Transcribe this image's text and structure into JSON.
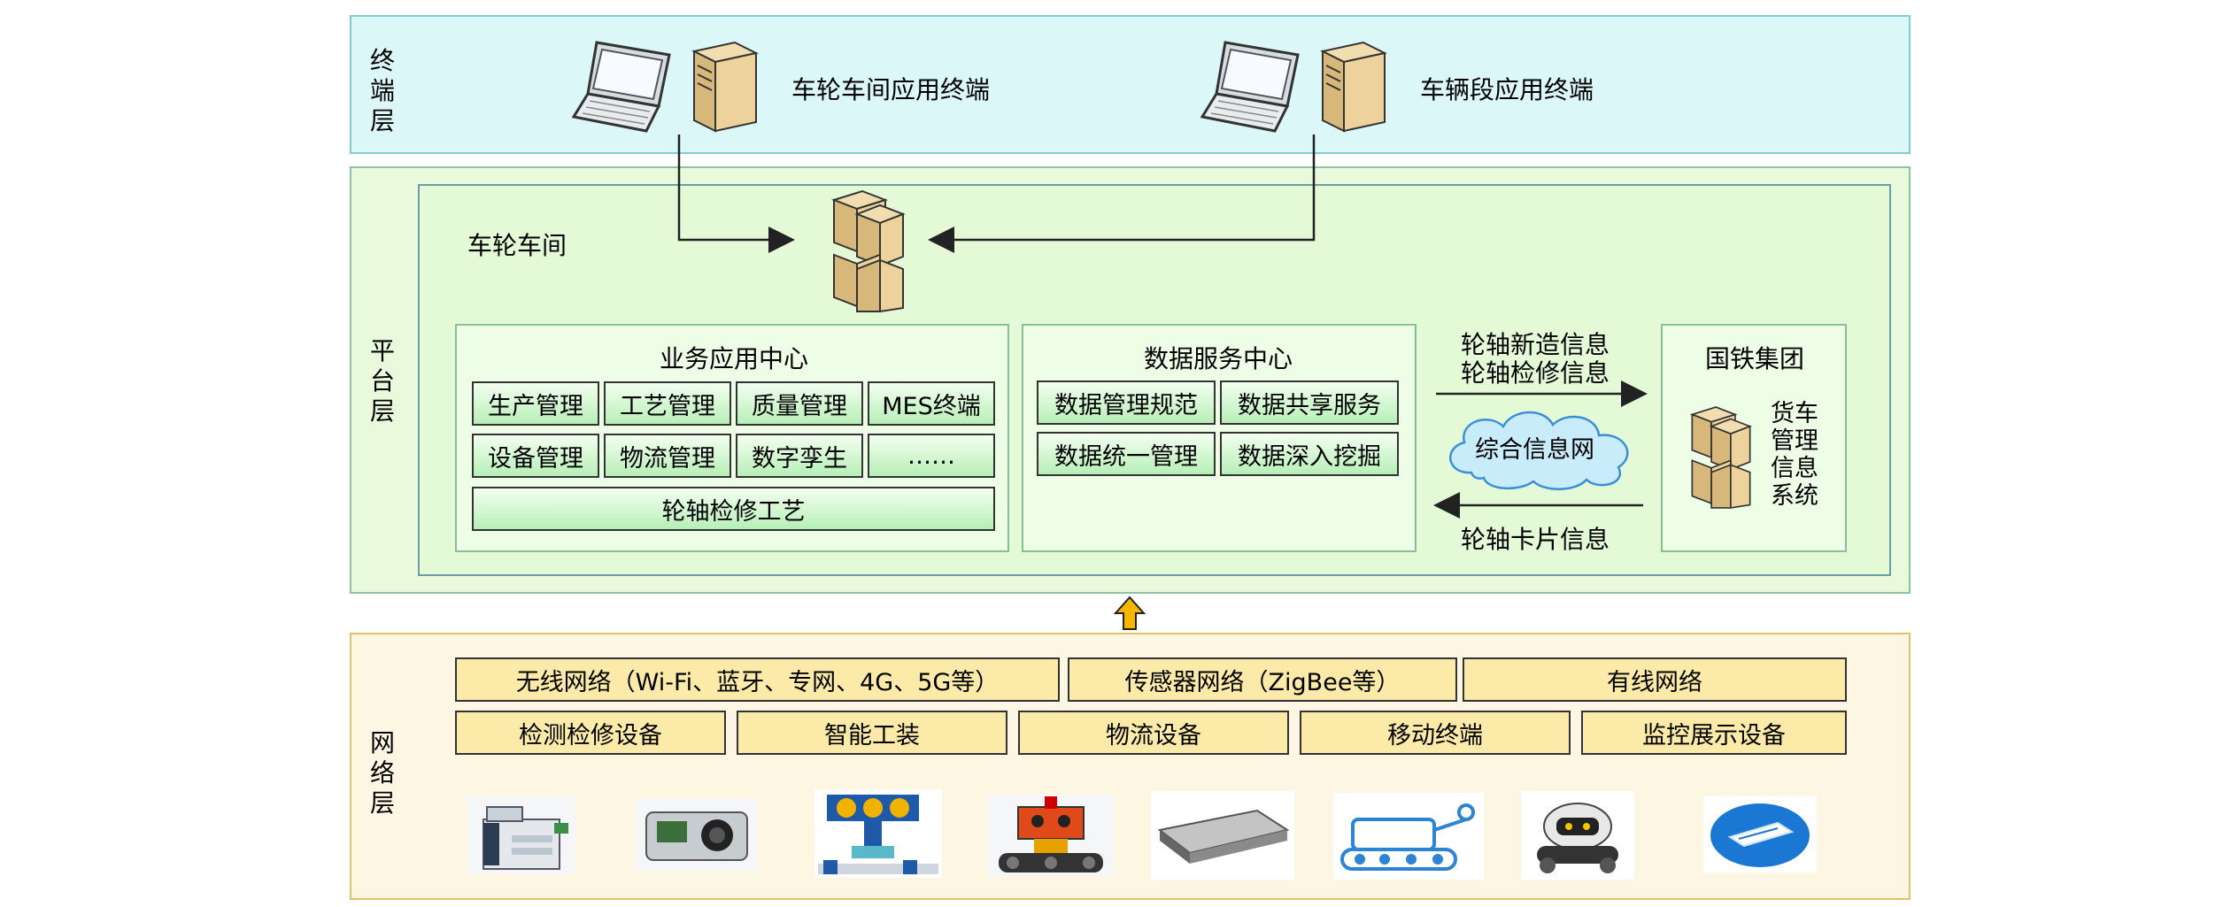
{
  "layers": {
    "terminal": "终端层",
    "platform": "平台层",
    "network": "网络层"
  },
  "terminal": {
    "left_label": "车轮车间应用终端",
    "right_label": "车辆段应用终端"
  },
  "workshop": {
    "title": "车轮车间"
  },
  "business_center": {
    "title": "业务应用中心",
    "row1": [
      "生产管理",
      "工艺管理",
      "质量管理",
      "MES终端"
    ],
    "row2": [
      "设备管理",
      "物流管理",
      "数字孪生",
      "……"
    ],
    "wide": "轮轴检修工艺"
  },
  "data_center": {
    "title": "数据服务中心",
    "items": [
      "数据管理规范",
      "数据共享服务",
      "数据统一管理",
      "数据深入挖掘"
    ]
  },
  "exchange": {
    "out_line1": "轮轴新造信息",
    "out_line2": "轮轴检修信息",
    "cloud": "综合信息网",
    "in_line": "轮轴卡片信息"
  },
  "group": {
    "title": "国铁集团",
    "system": "货车管理信息系统"
  },
  "network": {
    "row1": [
      "无线网络（Wi-Fi、蓝牙、专网、4G、5G等）",
      "传感器网络（ZigBee等）",
      "有线网络"
    ],
    "row2": [
      "检测检修设备",
      "智能工装",
      "物流设备",
      "移动终端",
      "监控展示设备"
    ]
  },
  "icons": [
    "laptop-icon",
    "tower-server-icon",
    "server-stack-icon",
    "printer-icon",
    "sensor-device-icon",
    "robot-arm-icon",
    "wheeled-robot-icon",
    "tablet-device-icon",
    "inspection-robot-icon",
    "security-robot-icon",
    "rfid-tag-icon"
  ],
  "colors": {
    "terminal_bg": "#dbf7f7",
    "platform_bg": "#e8f9dc",
    "network_bg": "#fdf6e3",
    "button_green": "#b7efb7",
    "button_yellow": "#fbeaa8",
    "cloud": "#c9ecfb",
    "upload_arrow": "#f5b700"
  }
}
